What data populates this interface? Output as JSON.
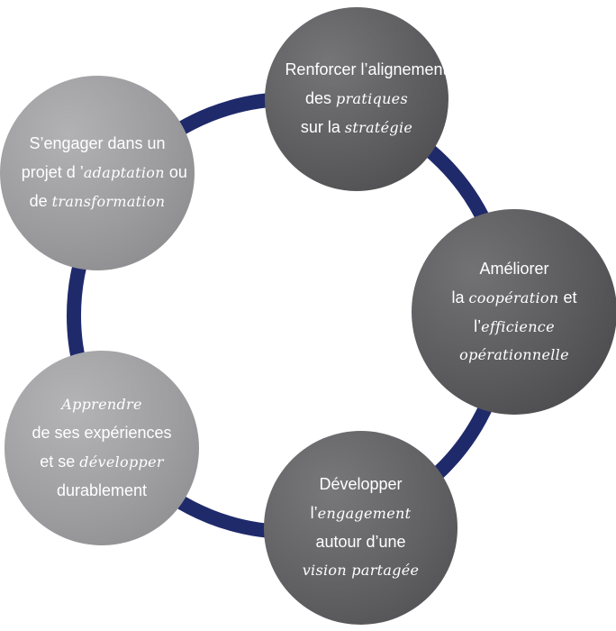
{
  "ring_color": "#1f2a6b",
  "nodes": [
    {
      "id": "renforcer",
      "lines": [
        [
          {
            "text": "Renforcer l’alignement",
            "script": false
          }
        ],
        [
          {
            "text": "des ",
            "script": false
          },
          {
            "text": "pratiques",
            "script": true
          }
        ],
        [
          {
            "text": "sur la ",
            "script": false
          },
          {
            "text": "stratégie",
            "script": true
          }
        ]
      ]
    },
    {
      "id": "ameliorer",
      "lines": [
        [
          {
            "text": "Améliorer",
            "script": false
          }
        ],
        [
          {
            "text": "la ",
            "script": false
          },
          {
            "text": "coopération",
            "script": true
          },
          {
            "text": " et",
            "script": false
          }
        ],
        [
          {
            "text": "l’",
            "script": false
          },
          {
            "text": "efficience",
            "script": true
          }
        ],
        [
          {
            "text": "opérationnelle",
            "script": true
          }
        ]
      ]
    },
    {
      "id": "developper",
      "lines": [
        [
          {
            "text": "Développer",
            "script": false
          }
        ],
        [
          {
            "text": "l’",
            "script": false
          },
          {
            "text": "engagement",
            "script": true
          }
        ],
        [
          {
            "text": "autour d’une",
            "script": false
          }
        ],
        [
          {
            "text": "vision partagée",
            "script": true
          }
        ]
      ]
    },
    {
      "id": "apprendre",
      "lines": [
        [
          {
            "text": "Apprendre",
            "script": true
          }
        ],
        [
          {
            "text": "de ses expériences",
            "script": false
          }
        ],
        [
          {
            "text": "et se ",
            "script": false
          },
          {
            "text": "développer",
            "script": true
          }
        ],
        [
          {
            "text": "durablement",
            "script": false
          }
        ]
      ]
    },
    {
      "id": "engager",
      "lines": [
        [
          {
            "text": "S’engager dans un",
            "script": false
          }
        ],
        [
          {
            "text": "projet d ’",
            "script": false
          },
          {
            "text": "adaptation",
            "script": true
          },
          {
            "text": " ou",
            "script": false
          }
        ],
        [
          {
            "text": "de ",
            "script": false
          },
          {
            "text": "transformation",
            "script": true
          }
        ]
      ]
    }
  ]
}
